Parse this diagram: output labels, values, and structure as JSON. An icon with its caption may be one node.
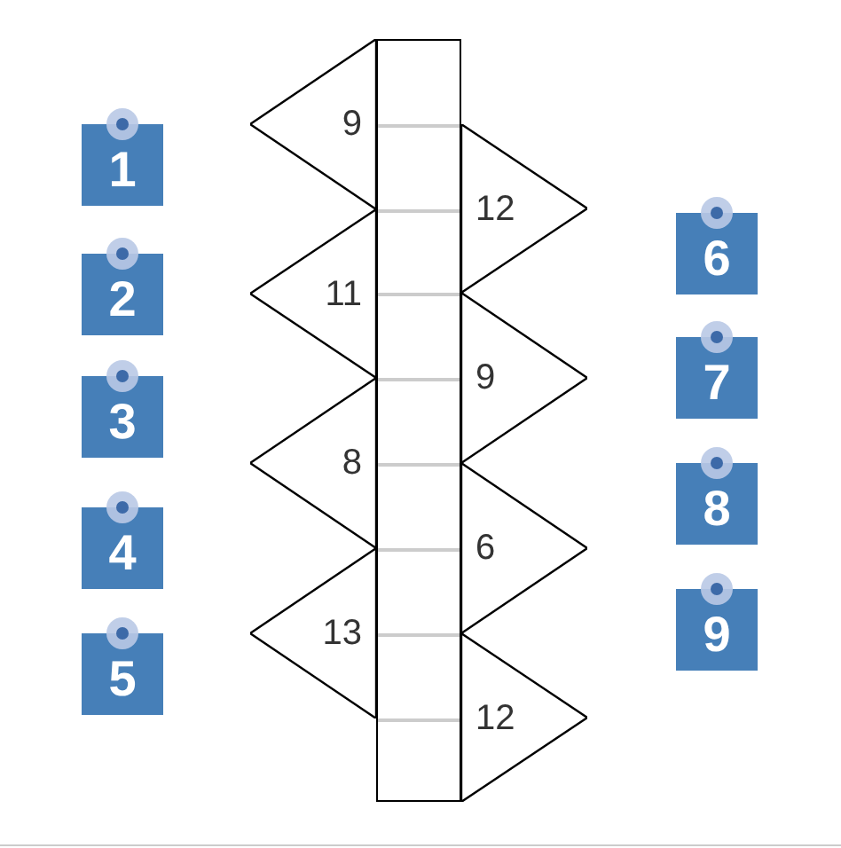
{
  "diagram": {
    "nodes": [
      {
        "text": [],
        "shape": "bar"
      },
      {
        "text": [
          "9"
        ]
      },
      {
        "text": [
          "12"
        ]
      },
      {
        "text": [
          "11"
        ]
      },
      {
        "text": [
          "9"
        ]
      },
      {
        "text": [
          "8"
        ]
      },
      {
        "text": [
          "6"
        ]
      },
      {
        "text": [
          "13"
        ]
      },
      {
        "text": [
          "12"
        ]
      },
      {
        "text": [
          "1"
        ]
      },
      {
        "text": [
          "2"
        ]
      },
      {
        "text": [
          "3"
        ]
      },
      {
        "text": [
          "4"
        ]
      },
      {
        "text": [
          "5"
        ]
      },
      {
        "text": [
          "6"
        ]
      },
      {
        "text": [
          "7"
        ]
      },
      {
        "text": [
          "8"
        ]
      },
      {
        "text": [
          "9"
        ]
      }
    ]
  }
}
